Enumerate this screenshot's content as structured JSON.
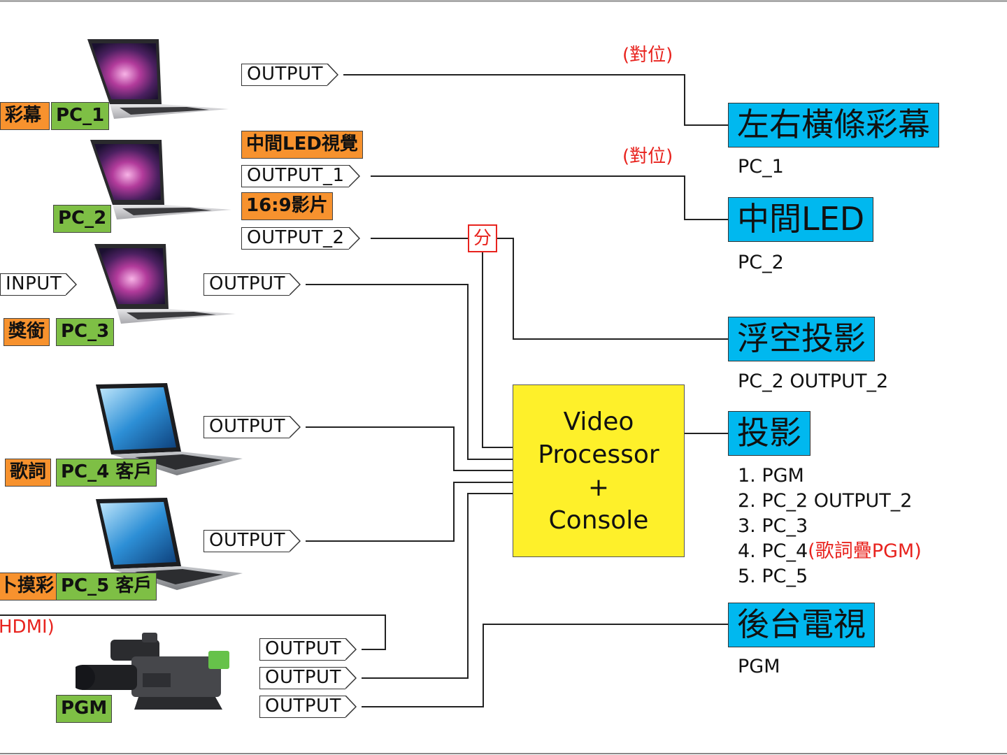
{
  "sources": {
    "pc1": {
      "label": "PC_1",
      "role": "彩幕",
      "output": "OUTPUT"
    },
    "pc2": {
      "label": "PC_2",
      "role_top": "中間LED視覺",
      "output1": "OUTPUT_1",
      "role_mid": "16:9影片",
      "output2": "OUTPUT_2"
    },
    "pc3": {
      "label": "PC_3",
      "role": "獎銜",
      "input": "INPUT",
      "output": "OUTPUT"
    },
    "pc4": {
      "label": "PC_4 客戶",
      "role": "歌詞",
      "output": "OUTPUT"
    },
    "pc5": {
      "label": "PC_5 客戶",
      "role": "卜摸彩",
      "output": "OUTPUT"
    },
    "camera": {
      "label": "PGM",
      "outputs": [
        "OUTPUT",
        "OUTPUT",
        "OUTPUT"
      ],
      "hdmi_note": "HDMI)"
    }
  },
  "alignment_note": "(對位)",
  "splitter": "分",
  "processor": {
    "line1": "Video",
    "line2": "Processor",
    "line3": "+",
    "line4": "Console"
  },
  "destinations": [
    {
      "name": "左右橫條彩幕",
      "sub": "PC_1"
    },
    {
      "name": "中間LED",
      "sub": "PC_2"
    },
    {
      "name": "浮空投影",
      "sub": "PC_2 OUTPUT_2"
    },
    {
      "name": "投影",
      "sub_items": [
        "1. PGM",
        "2. PC_2 OUTPUT_2",
        "3. PC_3",
        "4. PC_4",
        "5. PC_5"
      ],
      "sub_item4_note": "(歌詞疊PGM)"
    },
    {
      "name": "後台電視",
      "sub": "PGM"
    }
  ],
  "colors": {
    "orange_tag": "#f7922e",
    "green_tag": "#7ebf45",
    "destination": "#00b8ef",
    "processor": "#fef02a",
    "note": "#e8231e"
  }
}
